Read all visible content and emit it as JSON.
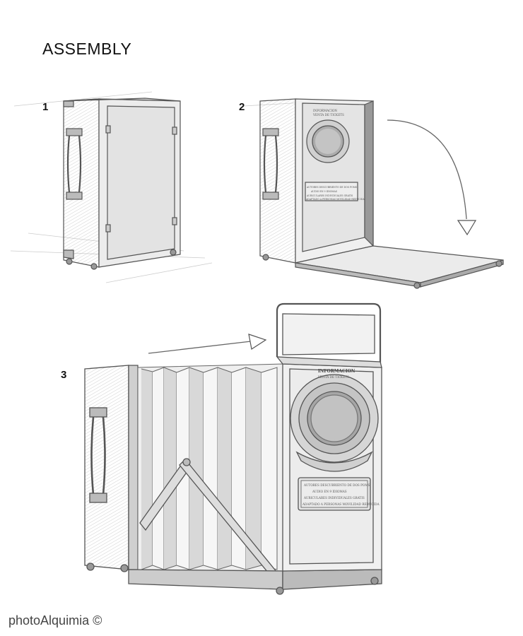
{
  "title": "ASSEMBLY",
  "steps": [
    {
      "number": "1"
    },
    {
      "number": "2"
    },
    {
      "number": "3"
    }
  ],
  "lens_label": {
    "line1": "INFORMACION",
    "line2": "VENTA DE TICKETS"
  },
  "plaque_lines": [
    "AUTORES DESCUBRIENTO DE DOS POMS",
    "AUDIO EN 9 IDIOMAS",
    "AURICULARES INDIVIDUALES GRATIS",
    "ADAPTADO A PERSONAS MOVILIDAD REDUCIDA"
  ],
  "footer": {
    "brand": "photoAlquimia ©"
  },
  "colors": {
    "line": "#555555",
    "fill_light": "#e9e9e9",
    "fill_mid": "#d4d4d4",
    "fill_dark": "#a8a8a8"
  }
}
